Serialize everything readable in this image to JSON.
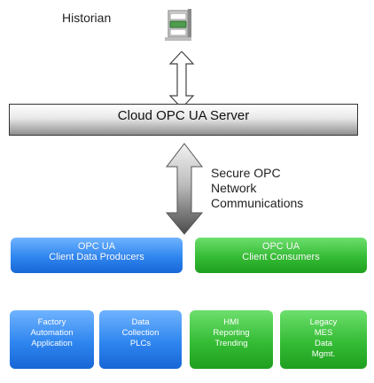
{
  "historian": {
    "label": "Historian"
  },
  "server": {
    "label": "Cloud OPC UA Server"
  },
  "network": {
    "lines": [
      "Secure OPC",
      "Network",
      "Communications"
    ]
  },
  "producers": {
    "title": "OPC UA",
    "subtitle": "Client Data Producers"
  },
  "consumers": {
    "title": "OPC UA",
    "subtitle": "Client Consumers"
  },
  "cards": [
    {
      "lines": [
        "Factory",
        "Automation",
        "Application"
      ]
    },
    {
      "lines": [
        "Data",
        "Collection",
        "PLCs"
      ]
    },
    {
      "lines": [
        "HMI",
        "Reporting",
        "Trending"
      ]
    },
    {
      "lines": [
        "Legacy",
        "MES",
        "Data",
        "Mgmt."
      ]
    }
  ],
  "colors": {
    "blue": "#2f86ef",
    "green": "#35bc35",
    "arrow_dark": "#555555"
  },
  "icons": {
    "historian": "database-server-icon"
  }
}
